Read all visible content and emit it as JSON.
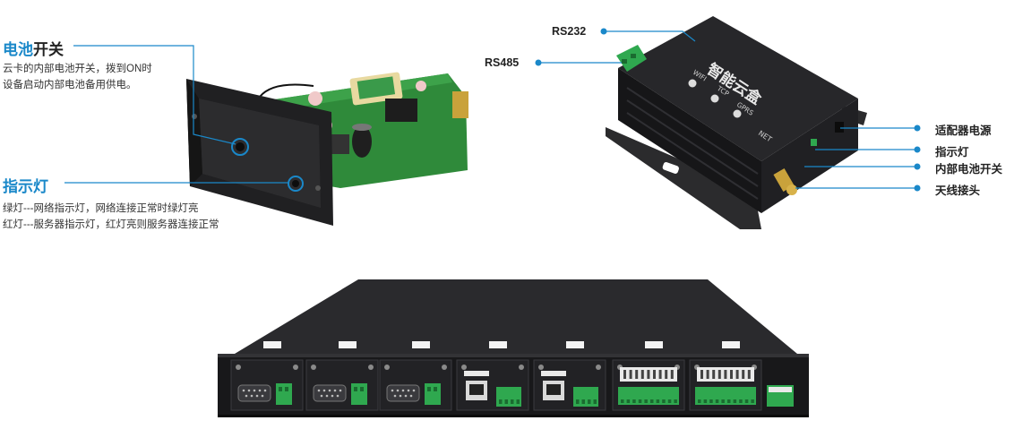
{
  "annotations": {
    "battery_switch": {
      "title_colored": "电池",
      "title_rest": "开关",
      "lines": [
        "云卡的内部电池开关，拨到ON时",
        "设备启动内部电池备用供电。"
      ]
    },
    "indicator": {
      "title": "指示灯",
      "lines": [
        "绿灯---网络指示灯，网络连接正常时绿灯亮",
        "红灯---服务器指示灯，红灯亮则服务器连接正常"
      ]
    },
    "ports": {
      "rs232": "RS232",
      "rs485": "RS485"
    },
    "right_labels": [
      "适配器电源",
      "指示灯",
      "内部电池开关",
      "天线接头"
    ]
  },
  "device_box": {
    "title_text": "智能云盒",
    "led_labels": [
      "WIFI",
      "TCP",
      "GPRS"
    ],
    "net_label": "NET"
  },
  "colors": {
    "accent": "#1a88c9",
    "device": "#1c1c1e",
    "terminal": "#2fa84f",
    "pcb": "#2f8a3a"
  }
}
